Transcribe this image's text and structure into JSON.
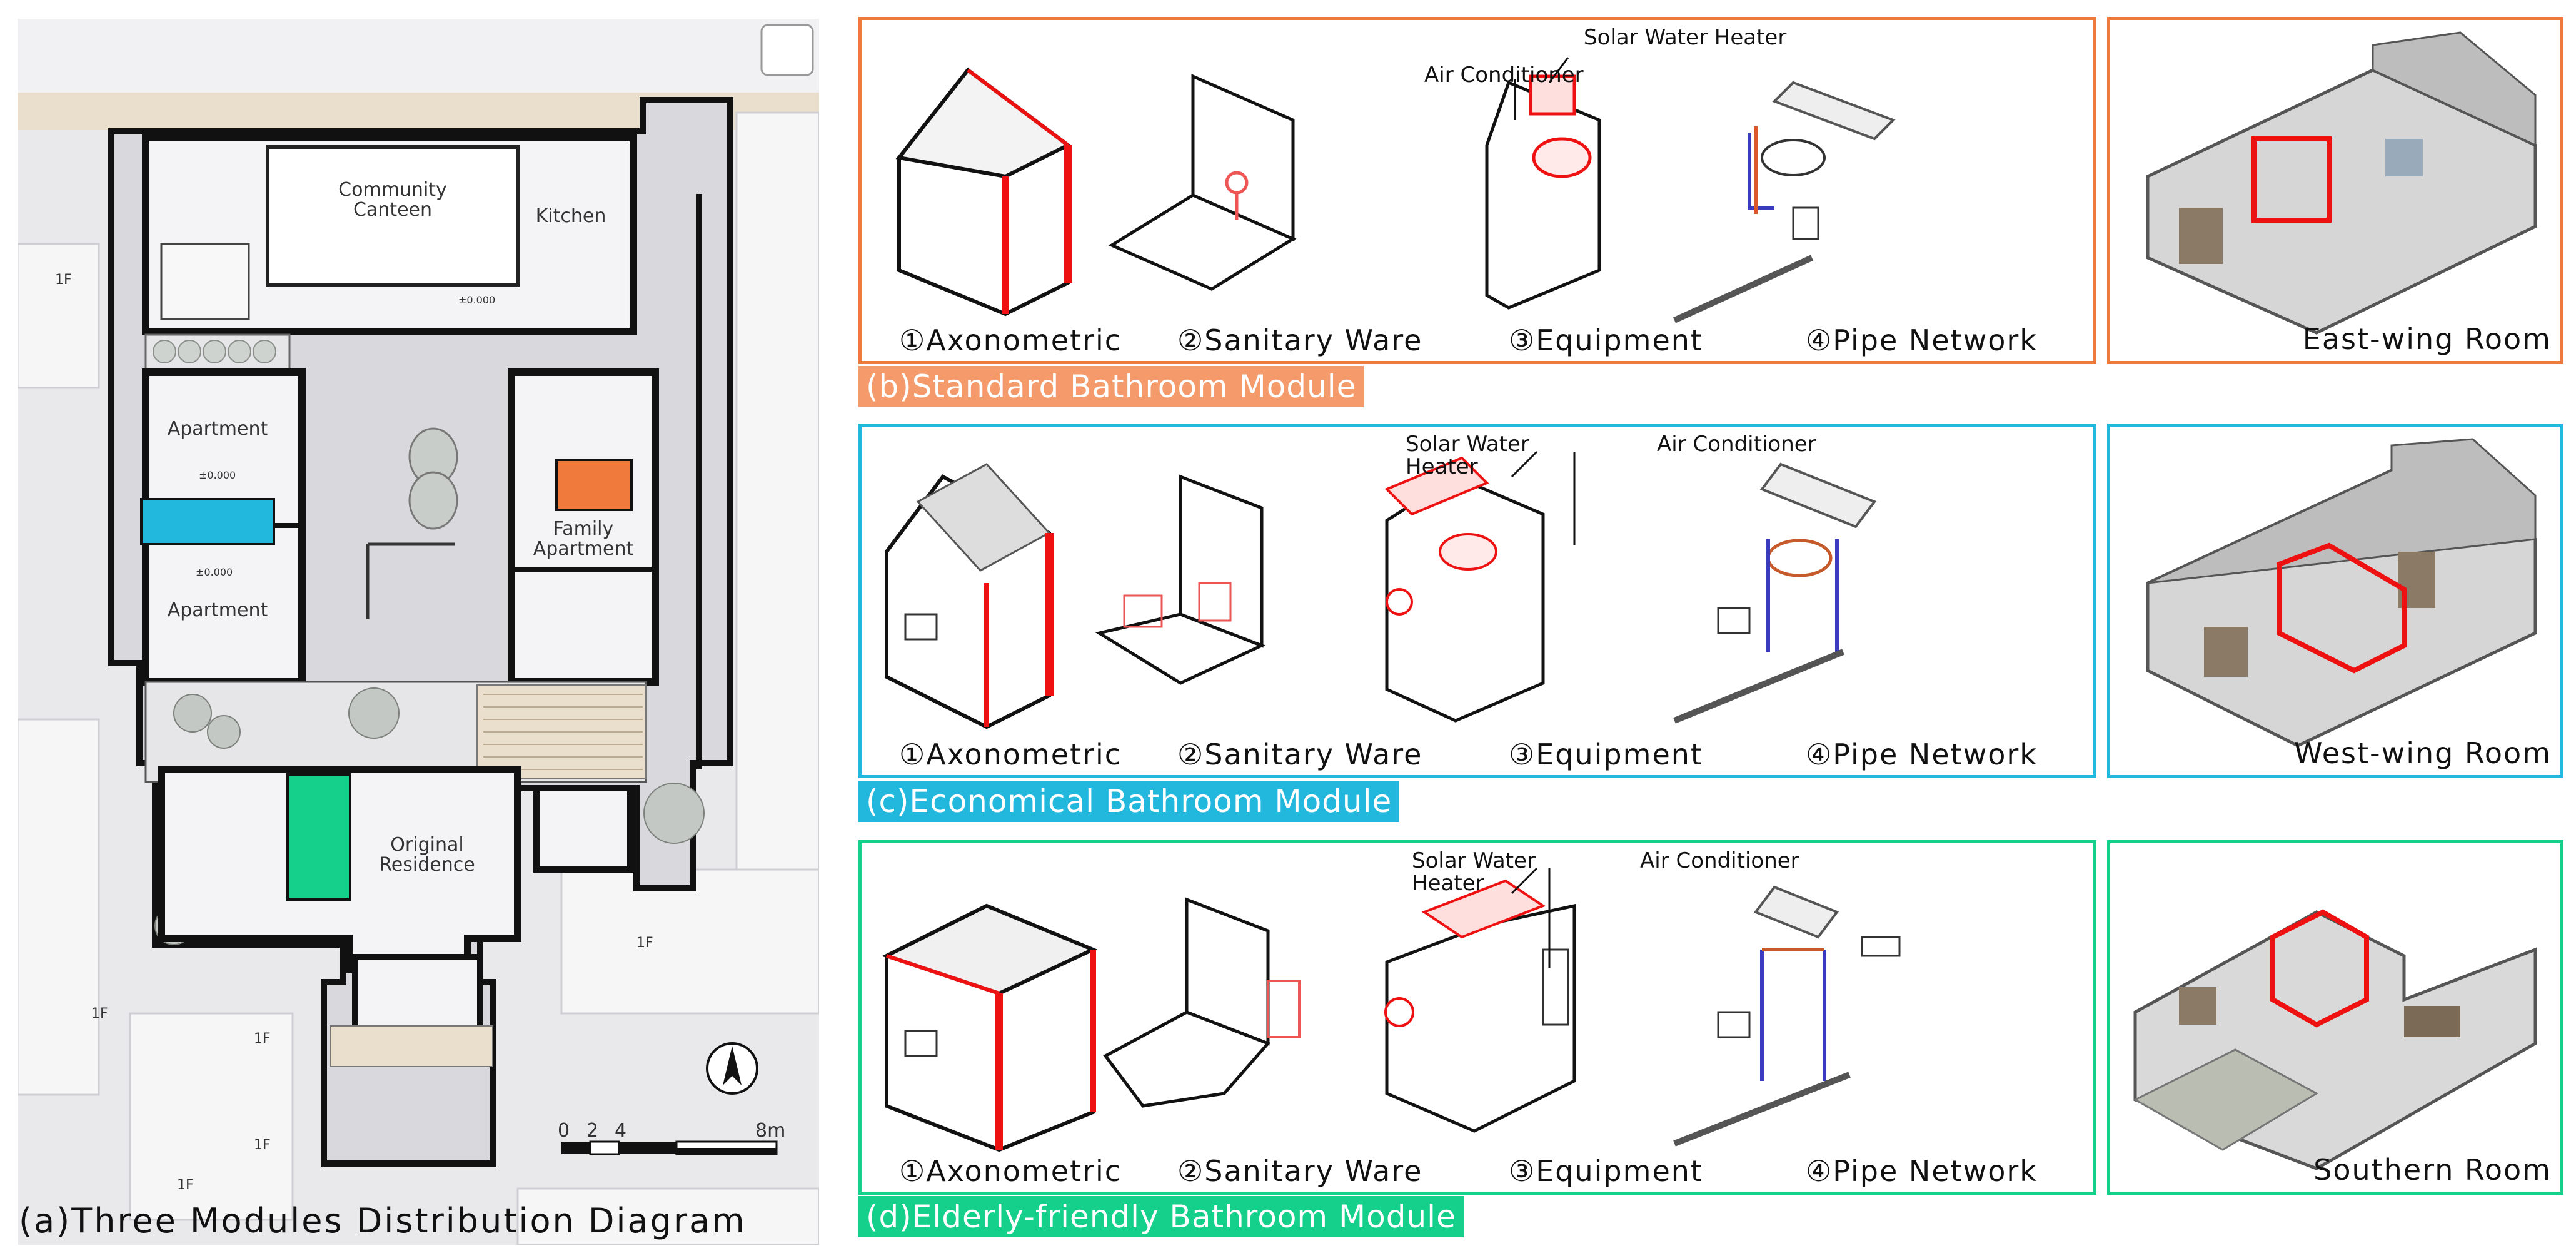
{
  "panel_a": {
    "title": "(a)Three Modules Distribution Diagram",
    "rooms": {
      "community_canteen": "Community\nCanteen",
      "kitchen": "Kitchen",
      "apartment_top": "Apartment",
      "apartment_bottom": "Apartment",
      "family_apartment": "Family\nApartment",
      "original_residence": "Original\nResidence"
    },
    "floor_labels": [
      "1F",
      "1F",
      "1F",
      "1F",
      "1F",
      "1F"
    ],
    "levels": [
      "±0.000",
      "±0.000",
      "±0.000"
    ],
    "scale": {
      "ticks": [
        "0",
        "2",
        "4",
        "8m"
      ]
    },
    "module_colors": {
      "standard": "#f07a3c",
      "economical": "#22b8dd",
      "elderly": "#14d08a"
    }
  },
  "modules": [
    {
      "id": "b",
      "title": "(b)Standard Bathroom Module",
      "color": "#f07a3c",
      "tag_color": "#f59b6b",
      "steps": [
        "①Axonometric",
        "②Sanitary Ware",
        "③Equipment",
        "④Pipe Network"
      ],
      "callouts": {
        "solar": "Solar Water Heater",
        "ac": "Air Conditioner"
      },
      "room": "East-wing Room"
    },
    {
      "id": "c",
      "title": "(c)Economical Bathroom Module",
      "color": "#22b8dd",
      "tag_color": "#22b8dd",
      "steps": [
        "①Axonometric",
        "②Sanitary Ware",
        "③Equipment",
        "④Pipe Network"
      ],
      "callouts": {
        "solar": "Solar Water\nHeater",
        "ac": "Air Conditioner"
      },
      "room": "West-wing Room"
    },
    {
      "id": "d",
      "title": "(d)Elderly-friendly Bathroom Module",
      "color": "#14d08a",
      "tag_color": "#14d08a",
      "steps": [
        "①Axonometric",
        "②Sanitary Ware",
        "③Equipment",
        "④Pipe Network"
      ],
      "callouts": {
        "solar": "Solar Water\nHeater",
        "ac": "Air Conditioner"
      },
      "room": "Southern Room"
    }
  ]
}
